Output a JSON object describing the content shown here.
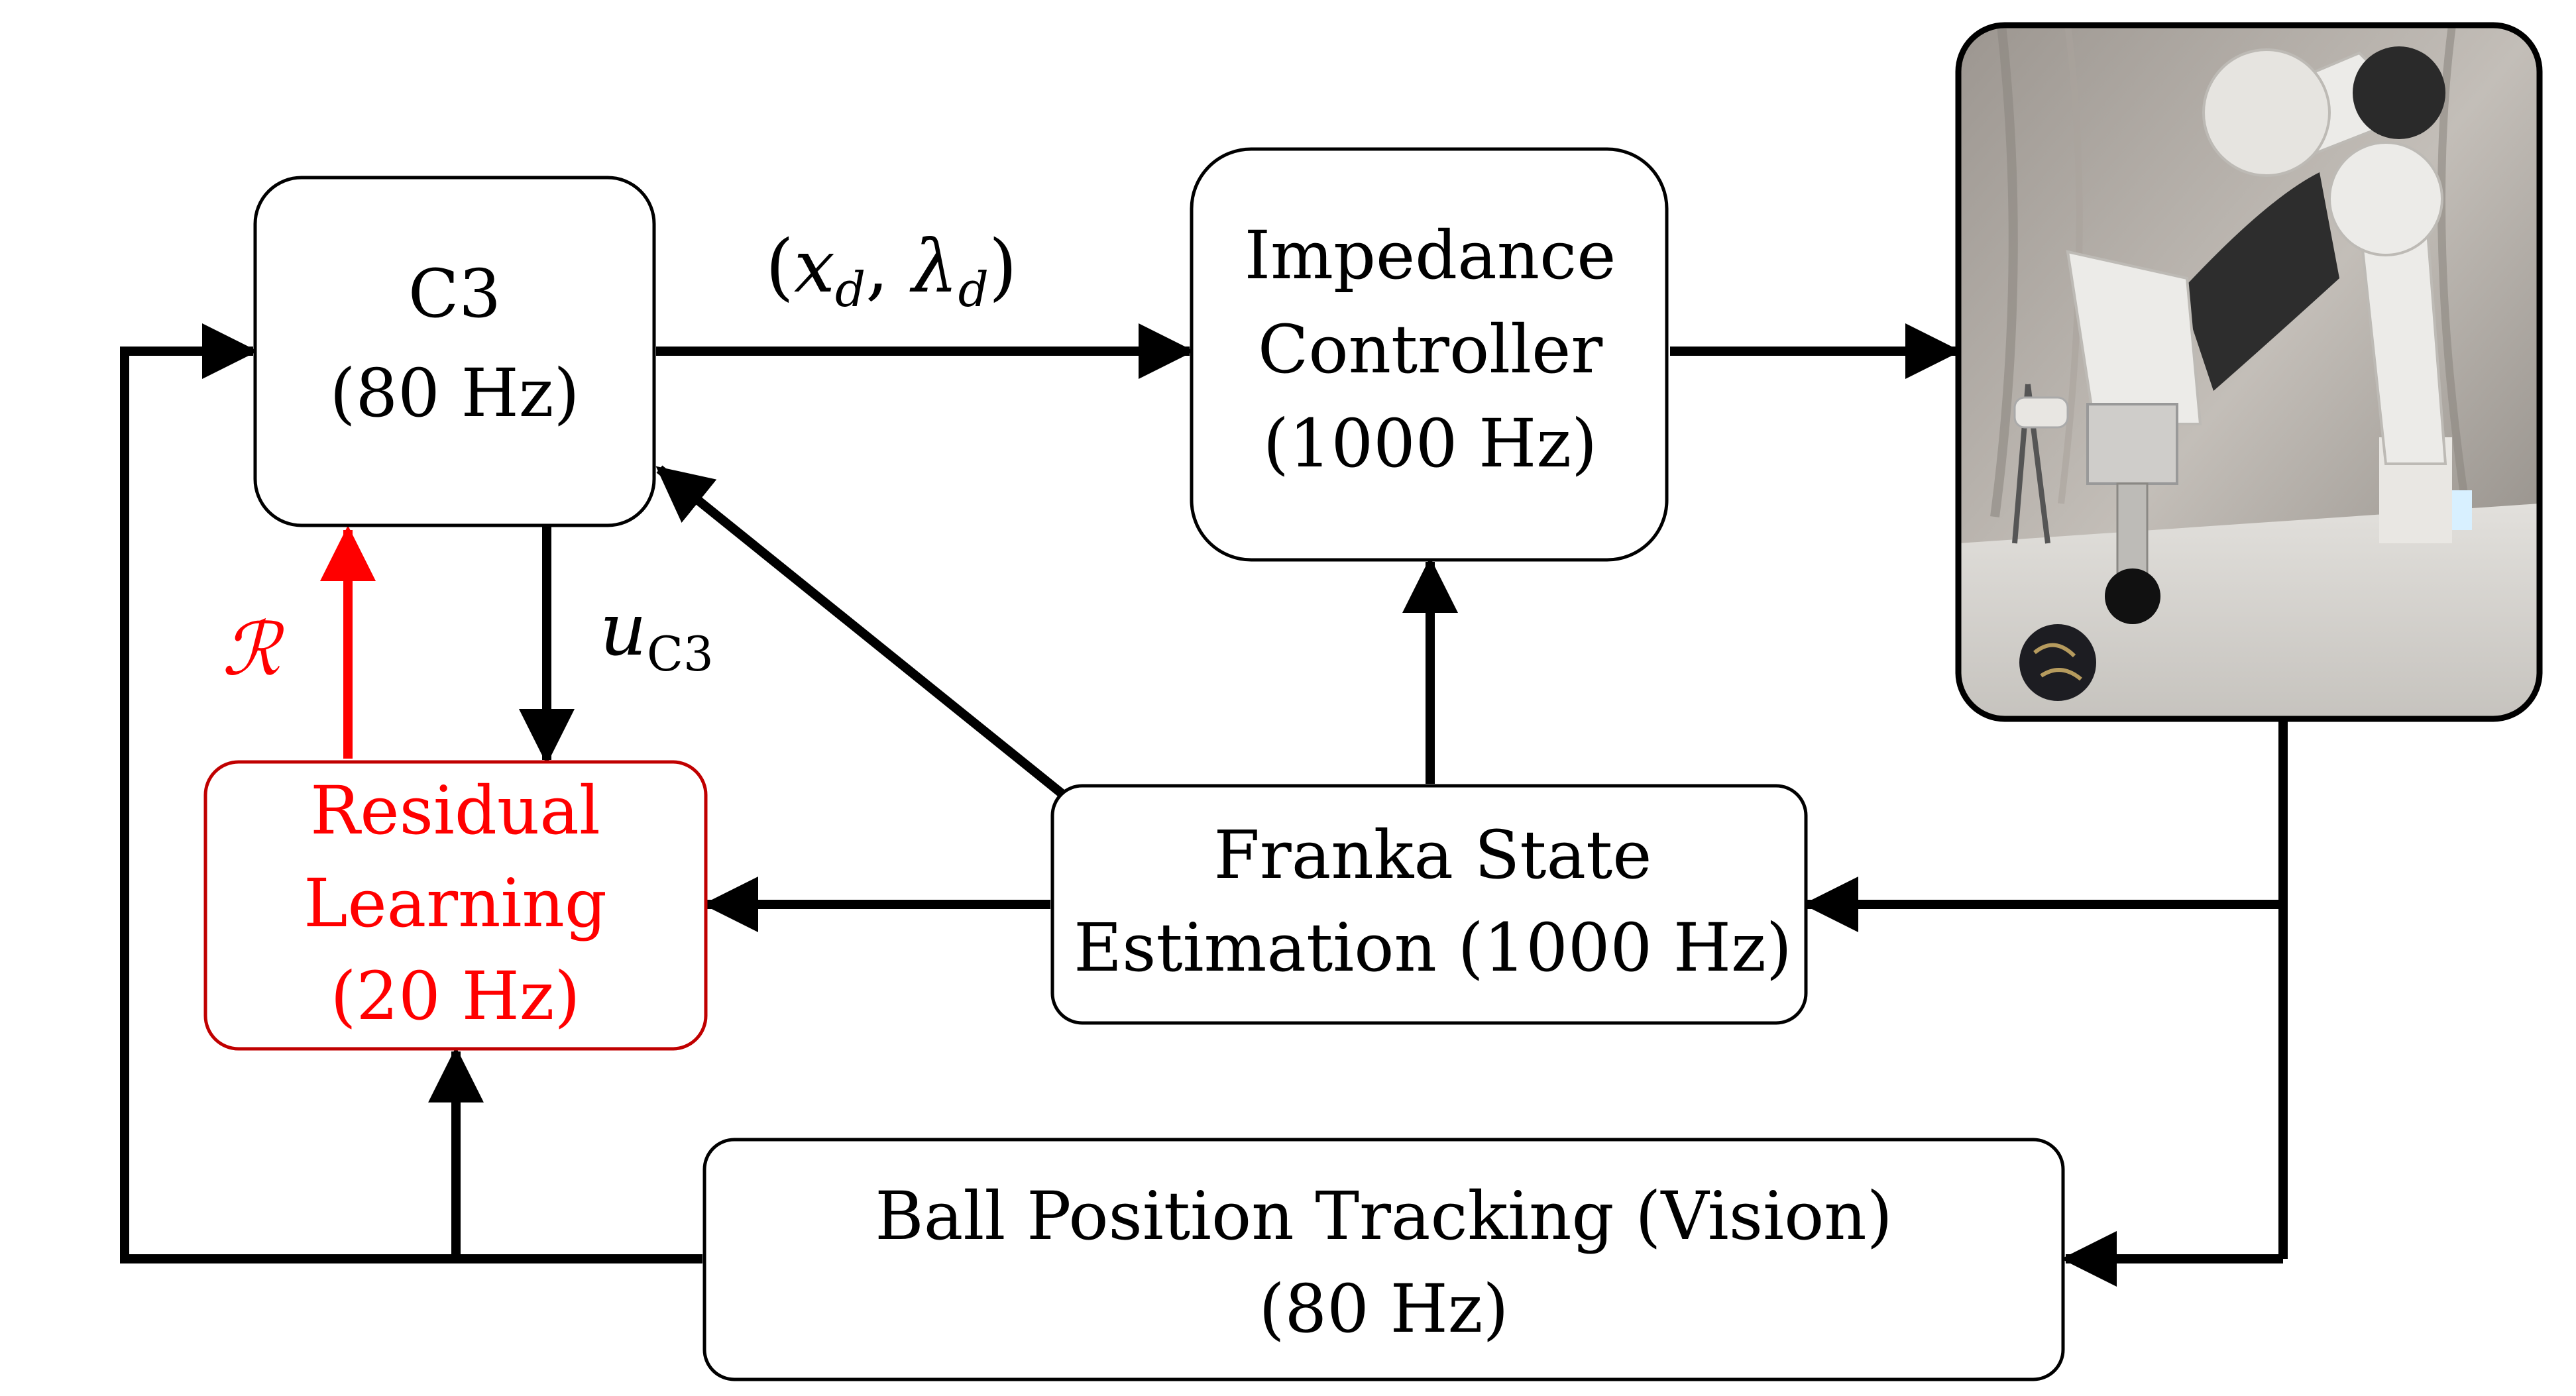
{
  "colors": {
    "line": "#000000",
    "highlight": "#ff0000",
    "box_fill": "#ffffff"
  },
  "blocks": {
    "c3": {
      "lines": [
        "C3",
        "(80 Hz)"
      ]
    },
    "impedance": {
      "lines": [
        "Impedance",
        "Controller",
        "(1000 Hz)"
      ]
    },
    "residual": {
      "lines": [
        "Residual",
        "Learning",
        "(20 Hz)"
      ]
    },
    "franka": {
      "lines": [
        "Franka State",
        "Estimation (1000 Hz)"
      ]
    },
    "ball": {
      "lines": [
        "Ball Position Tracking (Vision)",
        "(80 Hz)"
      ]
    }
  },
  "labels": {
    "desired": {
      "open": "(",
      "x": "x",
      "x_sub": "d",
      "comma": ", ",
      "lambda": "λ",
      "lambda_sub": "d",
      "close": ")"
    },
    "u_c3": {
      "u": "u",
      "sub": "C3"
    },
    "reward": "ℛ"
  },
  "photo": {
    "subject": "robot-arm-with-ball-photo"
  }
}
